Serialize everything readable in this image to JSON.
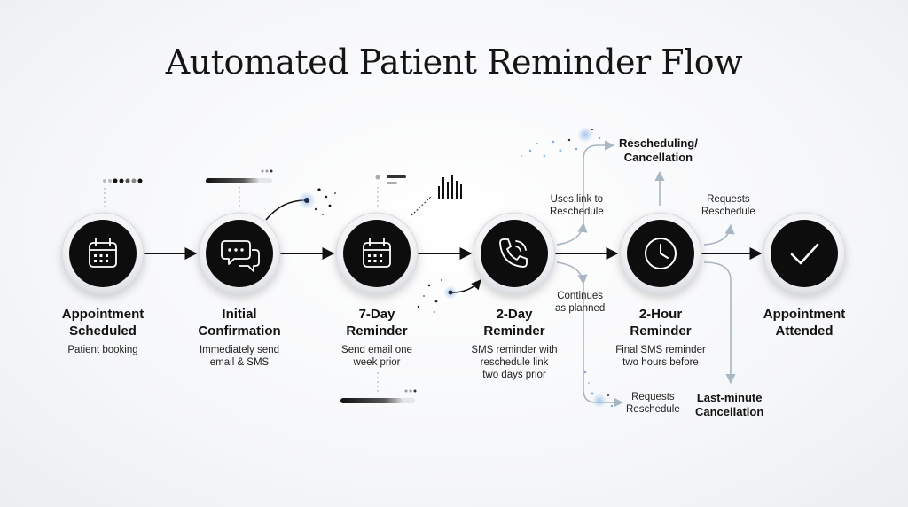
{
  "title": "Automated Patient Reminder Flow",
  "colors": {
    "node_fill": "#111111",
    "node_ring": "#e6e8eb",
    "arrow": "#111111",
    "branch_arrow": "#a9b6c3",
    "accent": "#7fa8d6"
  },
  "nodes": [
    {
      "icon": "calendar-icon",
      "title_lines": [
        "Appointment",
        "Scheduled"
      ],
      "desc_lines": [
        "Patient booking"
      ]
    },
    {
      "icon": "chat-bubbles-icon",
      "title_lines": [
        "Initial",
        "Confirmation"
      ],
      "desc_lines": [
        "Immediately send",
        "email & SMS"
      ]
    },
    {
      "icon": "calendar-icon",
      "title_lines": [
        "7-Day",
        "Reminder"
      ],
      "desc_lines": [
        "Send email one",
        "week prior"
      ]
    },
    {
      "icon": "phone-icon",
      "title_lines": [
        "2-Day",
        "Reminder"
      ],
      "desc_lines": [
        "SMS reminder with",
        "reschedule link",
        "two days prior"
      ]
    },
    {
      "icon": "clock-icon",
      "title_lines": [
        "2-Hour",
        "Reminder"
      ],
      "desc_lines": [
        "Final SMS reminder",
        "two hours before"
      ]
    },
    {
      "icon": "checkmark-icon",
      "title_lines": [
        "Appointment",
        "Attended"
      ],
      "desc_lines": []
    }
  ],
  "branches": {
    "uses_link": [
      "Uses link to",
      "Reschedule"
    ],
    "continues": [
      "Continues",
      "as planned"
    ],
    "rescheduling_cancellation": [
      "Rescheduling/",
      "Cancellation"
    ],
    "requests_reschedule_top": [
      "Requests",
      "Reschedule"
    ],
    "requests_reschedule_bottom": [
      "Requests",
      "Reschedule"
    ],
    "last_minute_cancellation": [
      "Last-minute",
      "Cancellation"
    ]
  }
}
